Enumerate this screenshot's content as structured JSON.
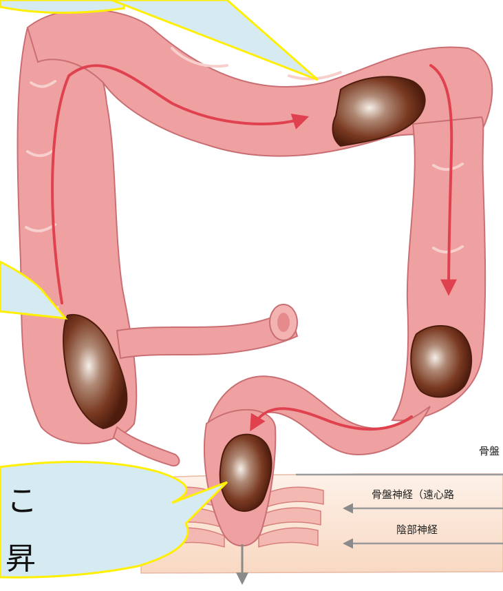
{
  "labels": {
    "pelvic_top": "骨盤",
    "pelvic_efferent": "骨盤神経（遠心路",
    "pudendal": "陰部神経",
    "callout_left_char": "こ",
    "callout_bottom_char": "昇"
  },
  "colors": {
    "colon_fill": "#eea1a0",
    "colon_outline": "#c96e72",
    "colon_highlight": "#f7cfcd",
    "flow_arrow": "#e0414f",
    "stool": "#6a2e18",
    "stool_light": "#f2ece6",
    "callout_fill": "#d6eaf2",
    "callout_outline": "#ffef00",
    "nerve_line": "#999999",
    "skin_fill": "#fbe6d6",
    "muscle_fill": "#f3b8b2"
  },
  "icons": {
    "flow_arrow": "arrow-icon",
    "exit_arrow": "down-arrow-icon"
  }
}
